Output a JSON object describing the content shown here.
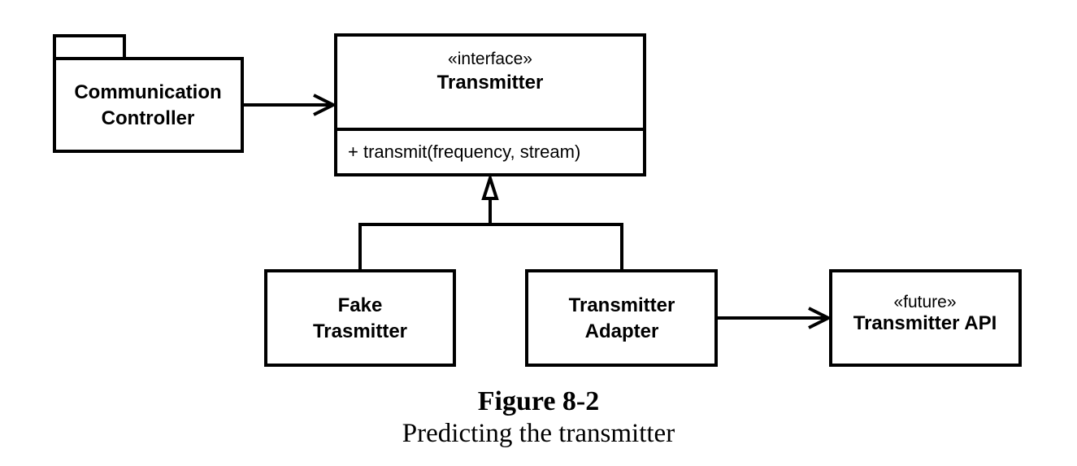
{
  "diagram": {
    "communication_controller": {
      "line1": "Communication",
      "line2": "Controller"
    },
    "transmitter": {
      "stereotype": "«interface»",
      "name": "Transmitter",
      "operation": "+ transmit(frequency, stream)"
    },
    "fake_transmitter": {
      "line1": "Fake",
      "line2": "Trasmitter"
    },
    "transmitter_adapter": {
      "line1": "Transmitter",
      "line2": "Adapter"
    },
    "transmitter_api": {
      "stereotype": "«future»",
      "name": "Transmitter API"
    }
  },
  "caption": {
    "number": "Figure 8-2",
    "title": "Predicting the transmitter"
  }
}
